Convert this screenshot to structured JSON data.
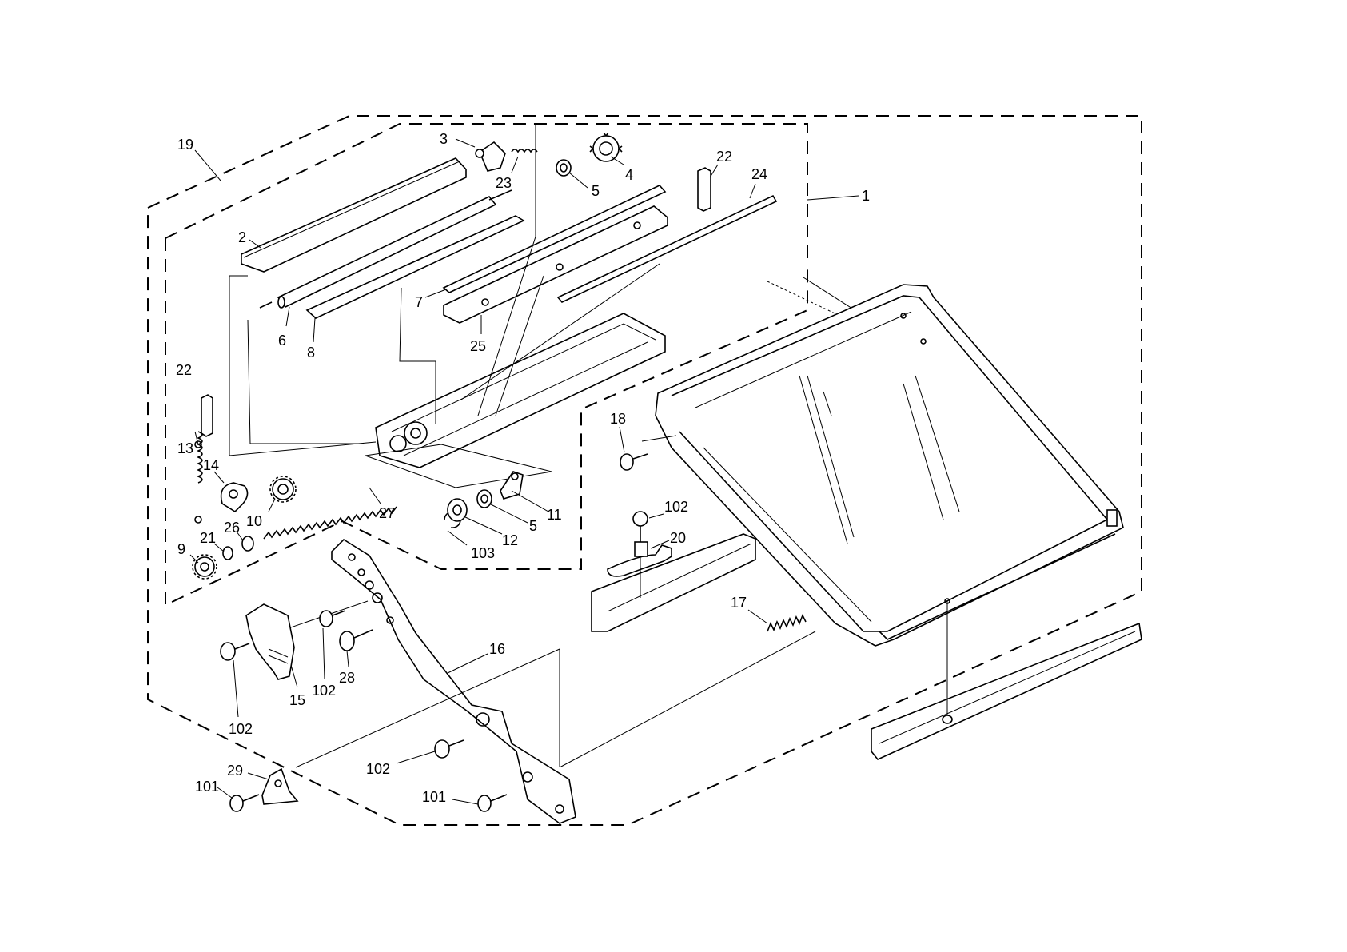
{
  "diagram": {
    "callouts": [
      {
        "id": "c-19",
        "text": "19"
      },
      {
        "id": "c-3",
        "text": "3"
      },
      {
        "id": "c-23",
        "text": "23"
      },
      {
        "id": "c-4",
        "text": "4"
      },
      {
        "id": "c-5a",
        "text": "5"
      },
      {
        "id": "c-22a",
        "text": "22"
      },
      {
        "id": "c-24",
        "text": "24"
      },
      {
        "id": "c-1",
        "text": "1"
      },
      {
        "id": "c-2",
        "text": "2"
      },
      {
        "id": "c-7",
        "text": "7"
      },
      {
        "id": "c-6",
        "text": "6"
      },
      {
        "id": "c-8",
        "text": "8"
      },
      {
        "id": "c-25",
        "text": "25"
      },
      {
        "id": "c-22b",
        "text": "22"
      },
      {
        "id": "c-13",
        "text": "13"
      },
      {
        "id": "c-14",
        "text": "14"
      },
      {
        "id": "c-18",
        "text": "18"
      },
      {
        "id": "c-10",
        "text": "10"
      },
      {
        "id": "c-27",
        "text": "27"
      },
      {
        "id": "c-11",
        "text": "11"
      },
      {
        "id": "c-5b",
        "text": "5"
      },
      {
        "id": "c-12",
        "text": "12"
      },
      {
        "id": "c-103",
        "text": "103"
      },
      {
        "id": "c-26",
        "text": "26"
      },
      {
        "id": "c-21",
        "text": "21"
      },
      {
        "id": "c-9",
        "text": "9"
      },
      {
        "id": "c-102a",
        "text": "102"
      },
      {
        "id": "c-20",
        "text": "20"
      },
      {
        "id": "c-17",
        "text": "17"
      },
      {
        "id": "c-16",
        "text": "16"
      },
      {
        "id": "c-15",
        "text": "15"
      },
      {
        "id": "c-102b",
        "text": "102"
      },
      {
        "id": "c-28",
        "text": "28"
      },
      {
        "id": "c-102c",
        "text": "102"
      },
      {
        "id": "c-102d",
        "text": "102"
      },
      {
        "id": "c-29",
        "text": "29"
      },
      {
        "id": "c-101a",
        "text": "101"
      },
      {
        "id": "c-101b",
        "text": "101"
      }
    ]
  }
}
